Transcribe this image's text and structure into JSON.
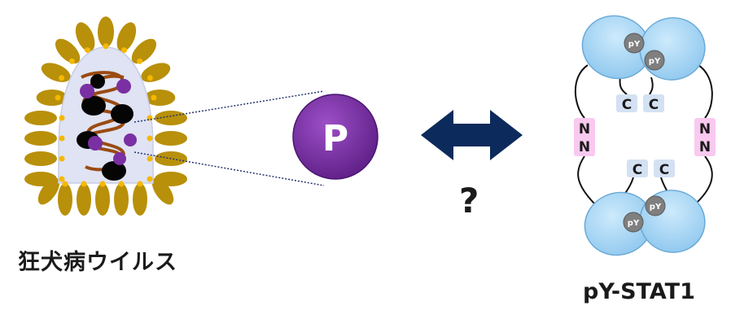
{
  "virus": {
    "label": "狂犬病ウイルス"
  },
  "phosphoprotein": {
    "letter": "P"
  },
  "interaction": {
    "question": "?"
  },
  "stat1": {
    "label": "pY-STAT1",
    "pY_label": "pY",
    "c_label": "C",
    "n_label": "N"
  },
  "colors": {
    "spike": "#b8900a",
    "envelope": "#dfe3f3",
    "envelope_dots": "#f5b800",
    "rna": "#9a4a12",
    "nucleoprotein": "#050505",
    "phosphoprotein": "#7a2fa3",
    "arrow": "#0c2a5c",
    "stat_body": "#a9d8f5",
    "pY": "#7f7f7f",
    "c_box": "#d3e1f2",
    "n_box": "#f9c9ef"
  }
}
